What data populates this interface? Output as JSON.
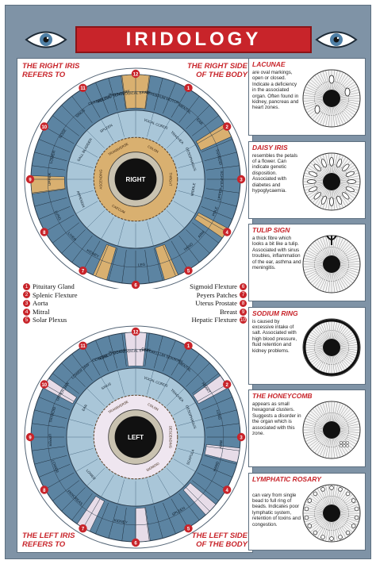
{
  "header": {
    "title": "IRIDOLOGY",
    "left_icon": "eye-icon",
    "right_icon": "eye-icon"
  },
  "colors": {
    "red": "#c8242a",
    "frame": "#7f93a6",
    "iris_blue": "#5c84a2",
    "iris_light": "#a9c6d8",
    "gold": "#d9b070"
  },
  "top_chart": {
    "heading_left": [
      "THE RIGHT IRIS",
      "REFERS TO"
    ],
    "heading_right": [
      "THE RIGHT SIDE",
      "OF THE BODY"
    ],
    "center_label": "RIGHT",
    "labels": {
      "transverse": "TRANSVERSE",
      "colon": "COLON",
      "ascending": "ASCENDING",
      "throat": "THROAT",
      "vocal": "VOCAL CORDS",
      "trachea": "TRACHEA",
      "oesophagus": "OESOPHAGUS",
      "scapula": "SCAPULA",
      "upper": "UPPER",
      "lower": "LOWER",
      "pole": "POLE",
      "middle": "MIDDLE",
      "arm": "ARM",
      "hand": "HAND",
      "leg": "LEG",
      "appendix": "APPENDIX",
      "caecum": "CAECUM",
      "liver": "LIVER",
      "gall": "GALL BLADDER",
      "lung": "LUNG",
      "kidney": "KIDNEY",
      "spleen": "SPLEEN",
      "thyroid": "THYROID",
      "cerebellum": "CEREBELLUM SENSORY",
      "physio": "PHYSIOLOGICAL BRAIN",
      "cerebrum": "CEREBRUM MOTOR",
      "mental": "MENTAL",
      "ear": "EAR",
      "sinus": "SINUS",
      "nose": "NOSE",
      "mouth": "MOUTH"
    }
  },
  "bottom_chart": {
    "heading_left": [
      "THE LEFT IRIS",
      "REFERS TO"
    ],
    "heading_right": [
      "THE LEFT SIDE",
      "OF THE BODY"
    ],
    "center_label": "LEFT",
    "labels": {
      "transverse": "TRANSVERSE",
      "colon": "COLON",
      "descending": "DESCENDING",
      "sigmoid": "SIGMOID",
      "heart": "HEART",
      "thyroid": "THYROID",
      "vocal": "VOCAL CORDS",
      "trachea": "TRACHEA",
      "oesophagus": "OESOPHAGUS",
      "scapula": "SCAPULA",
      "upper": "UPPER",
      "lower": "LOWER",
      "arm": "ARM",
      "hand": "HAND",
      "spleen": "SPLEEN",
      "pancreas": "PANCREAS",
      "kidney": "KIDNEY",
      "lung": "LUNG",
      "cerebrum": "CEREBRUM MOTOR",
      "physio": "PHYSIOLOGICAL BRAIN",
      "cerebellum": "CEREBELLUM SENSORY",
      "mental": "MENTAL",
      "ear": "EAR",
      "nose": "NOSE",
      "sinus": "SINUS",
      "upper_jaw": "UPPER JAW",
      "lower_jaw": "LOWER JAW"
    }
  },
  "legend_left": [
    {
      "n": "1",
      "label": "Pituitary Gland"
    },
    {
      "n": "2",
      "label": "Splenic Flexture"
    },
    {
      "n": "3",
      "label": "Aorta"
    },
    {
      "n": "4",
      "label": "Mitral"
    },
    {
      "n": "5",
      "label": "Solar Plexus"
    }
  ],
  "legend_right": [
    {
      "n": "6",
      "label": "Sigmoid Flexture"
    },
    {
      "n": "7",
      "label": "Peyers Patches"
    },
    {
      "n": "8",
      "label": "Uterus Prostate"
    },
    {
      "n": "9",
      "label": "Breast"
    },
    {
      "n": "10",
      "label": "Hepatic Flexture"
    }
  ],
  "clock_numbers": [
    "12",
    "1",
    "2",
    "3",
    "4",
    "5",
    "6",
    "7",
    "8",
    "9",
    "10",
    "11"
  ],
  "signs": [
    {
      "title": "LACUNAE",
      "text": "are oval markings, open or closed. Indicate a deficiency in the associated organ. Often found in kidney, pancreas and heart zones."
    },
    {
      "title": "DAISY IRIS",
      "text": "resembles the petals of a flower. Can indicate genetic disposition. Associated with diabetes and hypoglycaemia."
    },
    {
      "title": "TULIP SIGN",
      "text": "a thick fibre which looks a bit like a tulip. Associated with sinus troubles, inflammation of the ear, asthma and meningitis."
    },
    {
      "title": "SODIUM RING",
      "text": "is caused by excessive intake of salt. Associated with high blood pressure, fluid retention and kidney problems."
    },
    {
      "title": "THE HONEYCOMB",
      "text": "appears as small hexagonal clusters. Suggests a disorder in the organ which is associated with this zone."
    },
    {
      "title": "LYMPHATIC ROSARY",
      "text": "can vary from single bead to full ring of beads. Indicates poor lymphatic system, retention of toxins and congestion."
    }
  ]
}
